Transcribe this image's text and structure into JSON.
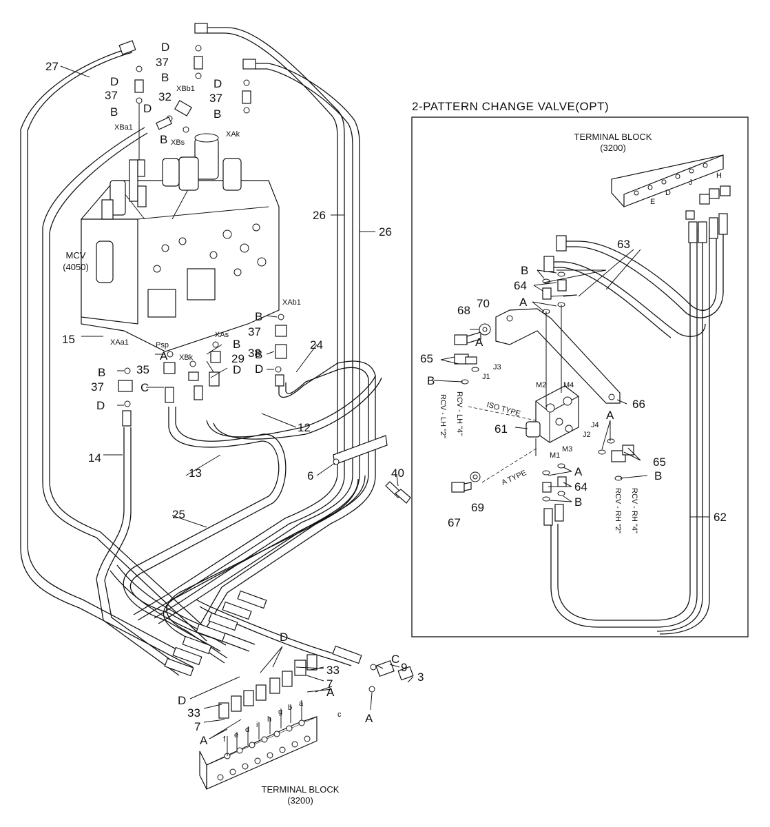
{
  "title": "2-PATTERN CHANGE VALVE(OPT)",
  "components": {
    "mcv": {
      "name": "MCV",
      "code": "(4050)"
    },
    "terminal_block_main": {
      "name": "TERMINAL BLOCK",
      "code": "(3200)"
    },
    "terminal_block_opt": {
      "name": "TERMINAL BLOCK",
      "code": "(3200)"
    }
  },
  "port_labels": {
    "xbb1": "XBb1",
    "xba1": "XBa1",
    "xbs": "XBs",
    "xak": "XAk",
    "xab1": "XAb1",
    "xaa1": "XAa1",
    "psp": "Psp",
    "xas": "XAs",
    "xbk": "XBk",
    "j1": "J1",
    "j2": "J2",
    "j3": "J3",
    "j4": "J4",
    "m1": "M1",
    "m2": "M2",
    "m3": "M3",
    "m4": "M4",
    "tb_h": "H",
    "tb_j": "J",
    "tb_d": "D",
    "tb_e": "E"
  },
  "terminal_ports": [
    "f",
    "e",
    "d",
    "i",
    "h",
    "g",
    "b",
    "a",
    "c"
  ],
  "valve_text": {
    "iso_type": "ISO TYPE",
    "a_type": "A TYPE",
    "rcv_lh_2": "RCV - LH \"2\"",
    "rcv_lh_4": "RCV - LH \"4\"",
    "rcv_rh_2": "RCV - RH \"2\"",
    "rcv_rh_4": "RCV - RH \"4\""
  },
  "callouts": {
    "n3": "3",
    "n6": "6",
    "n7a": "7",
    "n7b": "7",
    "n9": "9",
    "n12": "12",
    "n13": "13",
    "n14": "14",
    "n15": "15",
    "n24": "24",
    "n25": "25",
    "n26a": "26",
    "n26b": "26",
    "n27": "27",
    "n29": "29",
    "n32": "32",
    "n33a": "33",
    "n33b": "33",
    "n35": "35",
    "n37a": "37",
    "n37b": "37",
    "n37c": "37",
    "n37d": "37",
    "n37e": "37",
    "n38": "38",
    "n40": "40",
    "n61": "61",
    "n62": "62",
    "n63": "63",
    "n64a": "64",
    "n64b": "64",
    "n65a": "65",
    "n65b": "65",
    "n66": "66",
    "n67": "67",
    "n68": "68",
    "n69": "69",
    "n70": "70"
  },
  "letters": {
    "d1": "D",
    "b1": "B",
    "d2": "D",
    "b2": "B",
    "d3": "D",
    "b3": "B",
    "b4": "B",
    "d4": "D",
    "b5": "B",
    "a1": "A",
    "c1": "C",
    "b6": "B",
    "d5": "D",
    "b7": "B",
    "d6": "D",
    "b8": "B",
    "d7": "D",
    "d8": "D",
    "c2": "C",
    "a2": "A",
    "a3": "A",
    "d9": "D",
    "a4": "A",
    "b9": "B",
    "a5": "A",
    "a6": "A",
    "b10": "B",
    "a7": "A",
    "b11": "B",
    "a8": "A",
    "b12": "B",
    "b13": "B"
  }
}
